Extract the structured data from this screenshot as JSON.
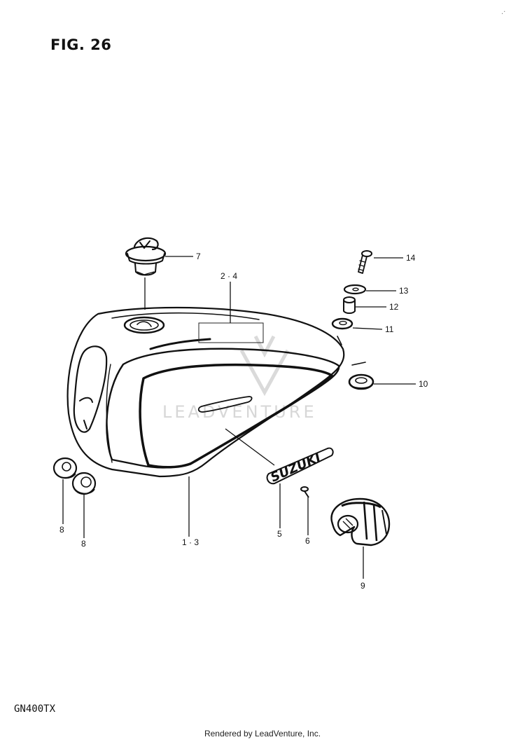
{
  "figure": {
    "title": "FIG. 26",
    "model": "GN400TX",
    "footer": "Rendered by LeadVenture, Inc.",
    "watermark": "LEADVENTURE",
    "emblem_text": "SUZUKI"
  },
  "callouts": {
    "c7": "7",
    "c24": "2 · 4",
    "c14": "14",
    "c13": "13",
    "c12": "12",
    "c11": "11",
    "c10": "10",
    "c8a": "8",
    "c8b": "8",
    "c13b": "1 · 3",
    "c5": "5",
    "c6": "6",
    "c9": "9"
  }
}
